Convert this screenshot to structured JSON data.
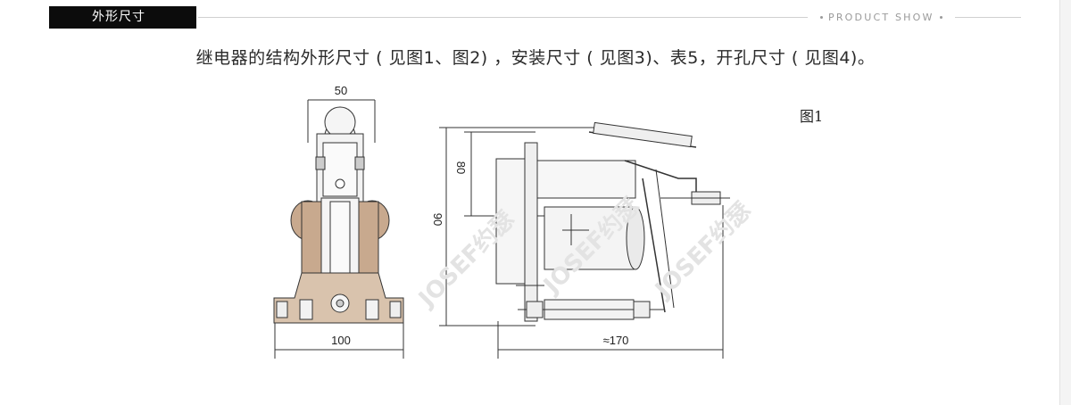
{
  "section": {
    "title": "外形尺寸",
    "tagline": "PRODUCT SHOW"
  },
  "intro_text": "继电器的结构外形尺寸  ( 见图1、图2) ，安装尺寸 ( 见图3)、表5，开孔尺寸 ( 见图4)。",
  "figure": {
    "label": "图1",
    "dimensions": {
      "front_width_top": "50",
      "front_width_bottom": "100",
      "side_height_inner": "80",
      "side_height_outer": "90",
      "side_depth": "≈170"
    },
    "watermark": "JOSEF约瑟"
  },
  "colors": {
    "header_bg": "#0c0c0c",
    "body_tan": "#c8a98e",
    "line": "#333333"
  }
}
